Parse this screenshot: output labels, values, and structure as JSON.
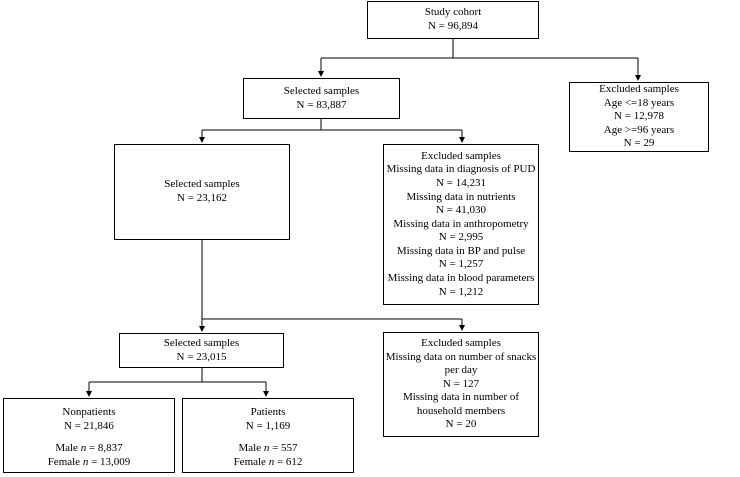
{
  "boxes": {
    "study_cohort": {
      "lines": [
        "Study cohort",
        "N = 96,894"
      ]
    },
    "selected_1": {
      "lines": [
        "Selected samples",
        "N = 83,887"
      ]
    },
    "excluded_age": {
      "lines": [
        "Excluded samples",
        "Age <=18 years",
        "N = 12,978",
        "Age >=96 years",
        "N = 29"
      ]
    },
    "selected_2": {
      "lines": [
        "Selected samples",
        "N = 23,162"
      ]
    },
    "excluded_missing": {
      "lines": [
        "Excluded samples",
        "Missing data in diagnosis of PUD",
        "N = 14,231",
        "Missing data in nutrients",
        "N = 41,030",
        "Missing data in anthropometry",
        "N = 2,995",
        "Missing data in BP  and pulse",
        "N = 1,257",
        "Missing data in blood parameters",
        "N = 1,212"
      ]
    },
    "selected_3": {
      "lines": [
        "Selected samples",
        "N = 23,015"
      ]
    },
    "excluded_snacks": {
      "lines": [
        "Excluded samples",
        "Missing data on number of snacks",
        "per day",
        "N = 127",
        "Missing data in number of",
        "household members",
        "N = 20"
      ]
    },
    "nonpatients": {
      "head": [
        "Nonpatients",
        "N = 21,846"
      ],
      "male_label": "Male ",
      "male_n": "n",
      "male_value": " = 8,837",
      "female_label": "Female ",
      "female_n": "n",
      "female_value": " = 13,009"
    },
    "patients": {
      "head": [
        "Patients",
        "N = 1,169"
      ],
      "male_label": "Male ",
      "male_n": "n",
      "male_value": " = 557",
      "female_label": "Female ",
      "female_n": "n",
      "female_value": " = 612"
    }
  }
}
